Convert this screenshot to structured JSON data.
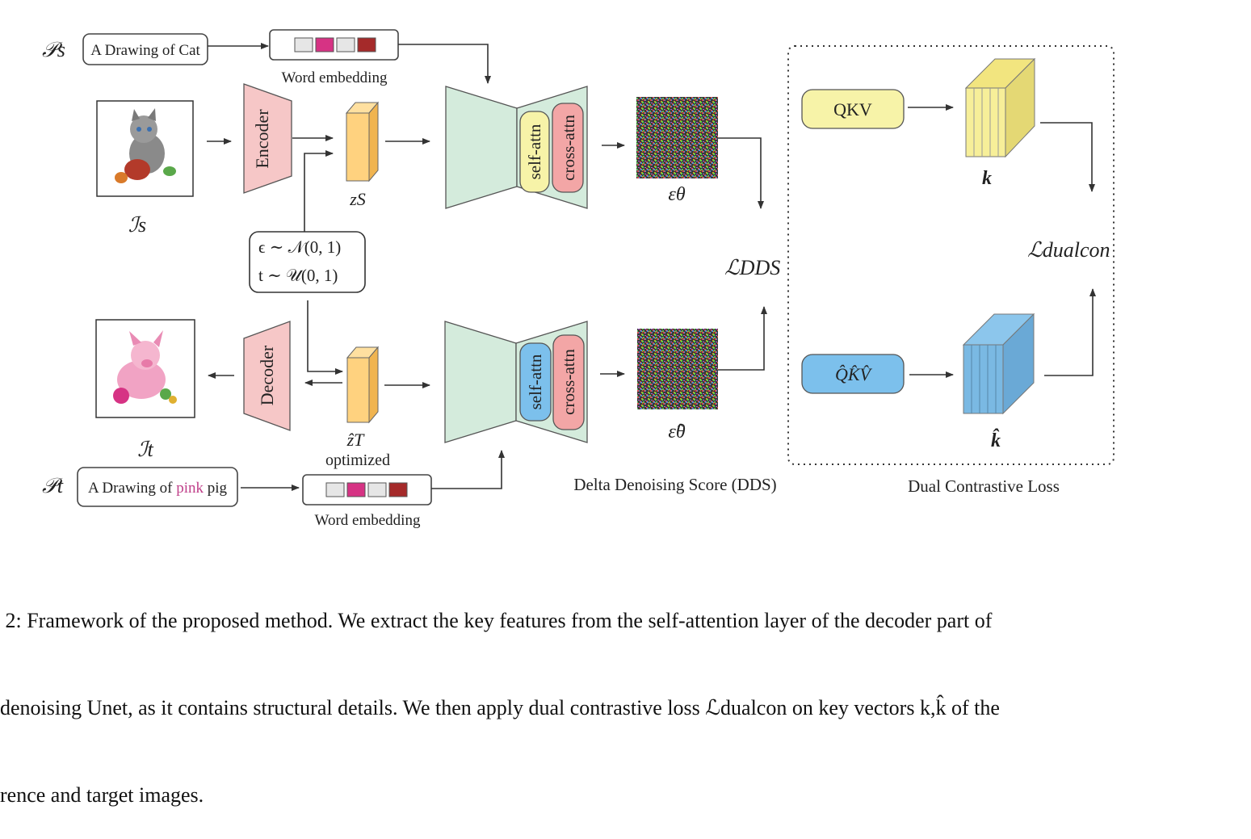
{
  "prompts": {
    "source_symbol": "𝒫s",
    "source_text": "A Drawing of Cat",
    "target_symbol": "𝒫t",
    "target_text_before": "A Drawing of ",
    "target_text_highlight": "pink",
    "target_text_after": " pig"
  },
  "embedding": {
    "label": "Word embedding",
    "cell_colors": [
      "#e6e6e6",
      "#d63384",
      "#e6e6e6",
      "#a52a2a"
    ]
  },
  "images": {
    "source_label": "ℐs",
    "target_label": "ℐt",
    "source_icon": "cat-drawing-icon",
    "target_icon": "pig-drawing-icon"
  },
  "encoder": {
    "label": "Encoder"
  },
  "decoder": {
    "label": "Decoder"
  },
  "latents": {
    "source_label": "zS",
    "target_label": "ẑT",
    "target_sub": "optimized"
  },
  "noise": {
    "line1": "ϵ ∼ 𝒩(0, 1)",
    "line2": "t ∼ 𝒰(0, 1)"
  },
  "unet": {
    "self_attn": "self-attn",
    "cross_attn": "cross-attn"
  },
  "outputs": {
    "source_label": "εθ",
    "target_label": "ε̂θ"
  },
  "loss": {
    "dds": "ℒDDS",
    "dds_section": "Delta Denoising Score (DDS)",
    "dualcon": "ℒdualcon",
    "dual_section": "Dual Contrastive Loss"
  },
  "attention": {
    "qkv": "QKV",
    "qkv_hat": "Q̂K̂V̂",
    "k": "k",
    "k_hat": "k̂"
  },
  "colors": {
    "unet": "#d4ebdc",
    "enc_dec": "#f6c7c7",
    "latent": "#ffd27f",
    "self_attn_src": "#f7f3a8",
    "self_attn_tgt": "#7cc0ec",
    "cross_attn": "#f3a6a6",
    "k_yellow": "#f7ef99",
    "k_blue": "#7ab9e3"
  },
  "caption": {
    "line1": " 2: Framework of the proposed method. We extract the key features from the self-attention layer of the decoder part of",
    "line2": "denoising Unet, as it contains structural details. We then apply dual contrastive loss ℒdualcon on key vectors k,k̂ of the",
    "line3": "rence and target images."
  }
}
